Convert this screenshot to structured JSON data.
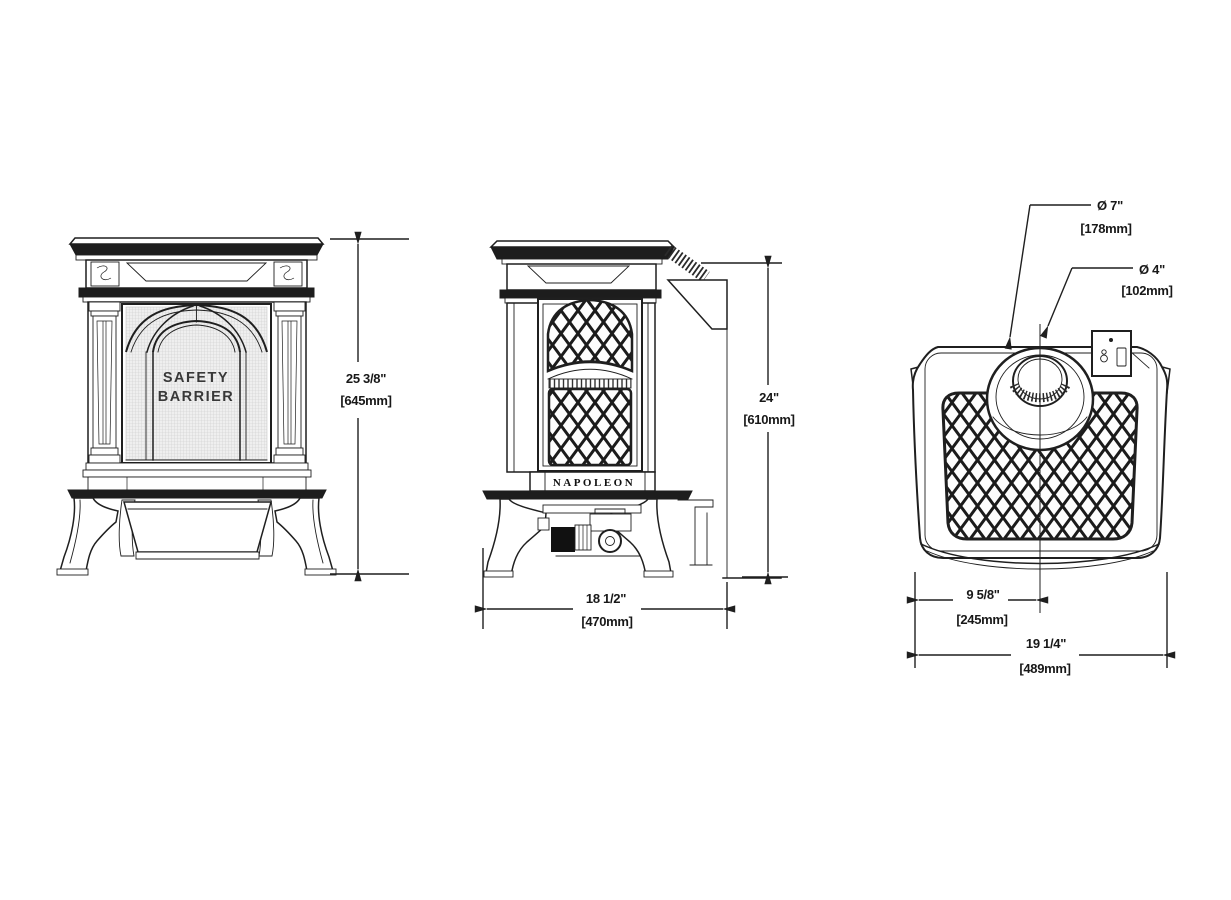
{
  "drawing": {
    "background": "#ffffff",
    "line_color": "#1f1f1f",
    "views": {
      "front": {
        "glass_label": [
          "SAFETY",
          "BARRIER"
        ],
        "height": {
          "inches": "25 3/8\"",
          "millimetres": "[645mm]"
        }
      },
      "side": {
        "brand": "NAPOLEON",
        "height": {
          "inches": "24\"",
          "millimetres": "[610mm]"
        },
        "depth": {
          "inches": "18 1/2\"",
          "millimetres": "[470mm]"
        }
      },
      "top": {
        "flue_outer_diameter": {
          "inches": "Ø 7\"",
          "millimetres": "[178mm]"
        },
        "flue_inner_diameter": {
          "inches": "Ø 4\"",
          "millimetres": "[102mm]"
        },
        "flue_centre_offset": {
          "inches": "9 5/8\"",
          "millimetres": "[245mm]"
        },
        "width": {
          "inches": "19 1/4\"",
          "millimetres": "[489mm]"
        }
      }
    }
  }
}
